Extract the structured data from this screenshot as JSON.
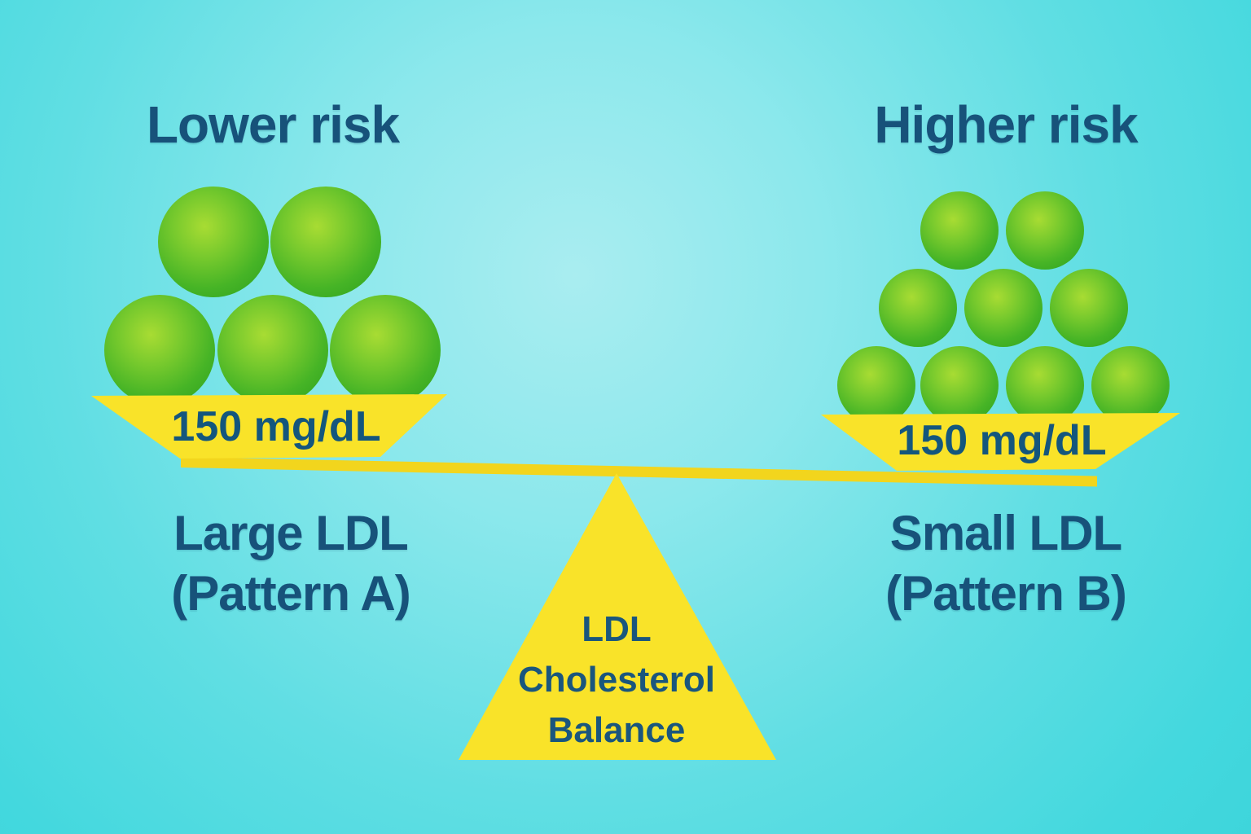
{
  "left": {
    "risk_label": "Lower risk",
    "pan_value": "150 mg/dL",
    "type_label_line1": "Large LDL",
    "type_label_line2": "(Pattern A)",
    "particle_count": 5,
    "particle_size": "large"
  },
  "right": {
    "risk_label": "Higher risk",
    "pan_value": "150 mg/dL",
    "type_label_line1": "Small LDL",
    "type_label_line2": "(Pattern B)",
    "particle_count": 9,
    "particle_size": "small"
  },
  "fulcrum": {
    "label_line1": "LDL",
    "label_line2": "Cholesterol",
    "label_line3": "Balance"
  },
  "colors": {
    "background_center": "#a9edf0",
    "background_edge": "#3ed5db",
    "scale_yellow": "#f9e329",
    "beam_yellow": "#f2d51d",
    "text_dark_blue": "#17527a",
    "particle_highlight_green": "#a6da30",
    "particle_edge_green": "#3cae23"
  }
}
